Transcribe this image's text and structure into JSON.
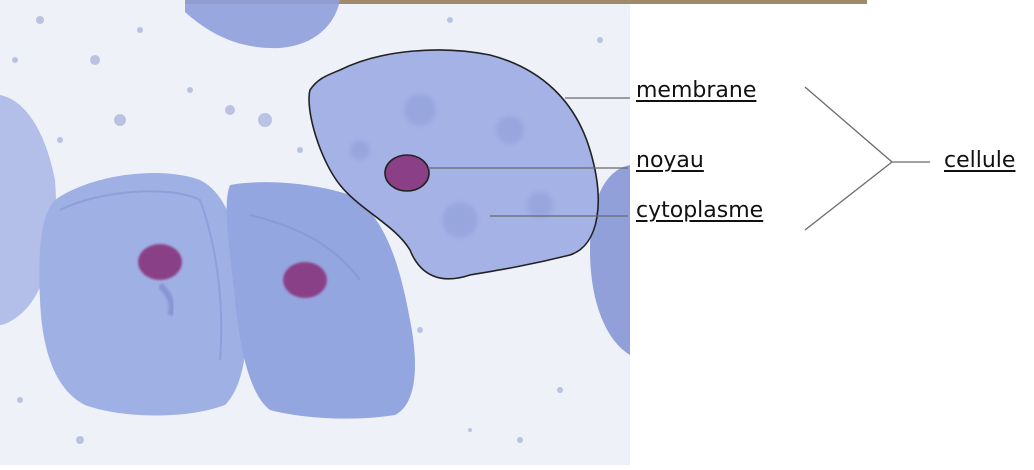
{
  "labels": {
    "membrane": "membrane",
    "noyau": "noyau",
    "cytoplasme": "cytoplasme",
    "cellule": "cellule"
  },
  "colors": {
    "background": "#ffffff",
    "slide": "#eef2f8",
    "cell_fill": "#9aa8dc",
    "cell_fill_light": "#b8c2ea",
    "nucleus": "#8a3f86",
    "outline": "#222222",
    "leader_line": "#6a6a6a",
    "top_strip": "#a08a6a"
  }
}
